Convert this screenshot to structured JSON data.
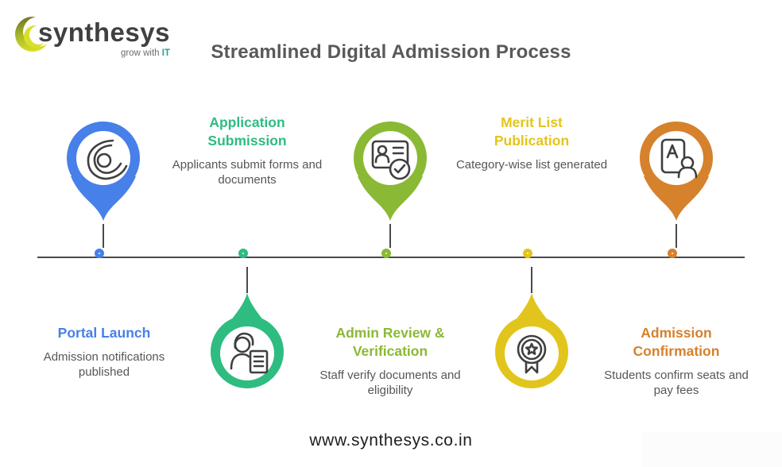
{
  "brand": {
    "name": "synthesys",
    "tagline_prefix": "grow with ",
    "tagline_highlight": "IT",
    "tagline_highlight_color": "#1fa598",
    "crescent_colors": [
      "#6e6f25",
      "#a6b82b",
      "#d7df23"
    ]
  },
  "header": {
    "title": "Streamlined Digital Admission Process"
  },
  "footer": {
    "url": "www.synthesys.co.in"
  },
  "colors": {
    "timeline_line": "#4a4a4a",
    "icon_stroke": "#3f3f3f",
    "heading_gray": "#58595b",
    "description_gray": "#55565a"
  },
  "steps": [
    {
      "title": "Portal Launch",
      "description": "Admission notifications published",
      "color": "#4680e8",
      "icon": "portal-launch-swoosh-icon",
      "marker_side": "above"
    },
    {
      "title": "Application Submission",
      "description": "Applicants submit forms and documents",
      "color": "#2ebc81",
      "icon": "applicant-with-document-icon",
      "marker_side": "below"
    },
    {
      "title": "Admin Review & Verification",
      "description": "Staff verify documents and eligibility",
      "color": "#8ab935",
      "icon": "id-card-verified-icon",
      "marker_side": "above"
    },
    {
      "title": "Merit List Publication",
      "description": "Category-wise list generated",
      "color": "#e2c51c",
      "icon": "merit-medal-star-icon",
      "marker_side": "below"
    },
    {
      "title": "Admission Confirmation",
      "description": "Students confirm seats and pay fees",
      "color": "#d6812c",
      "icon": "admit-card-person-icon",
      "marker_side": "above"
    }
  ]
}
